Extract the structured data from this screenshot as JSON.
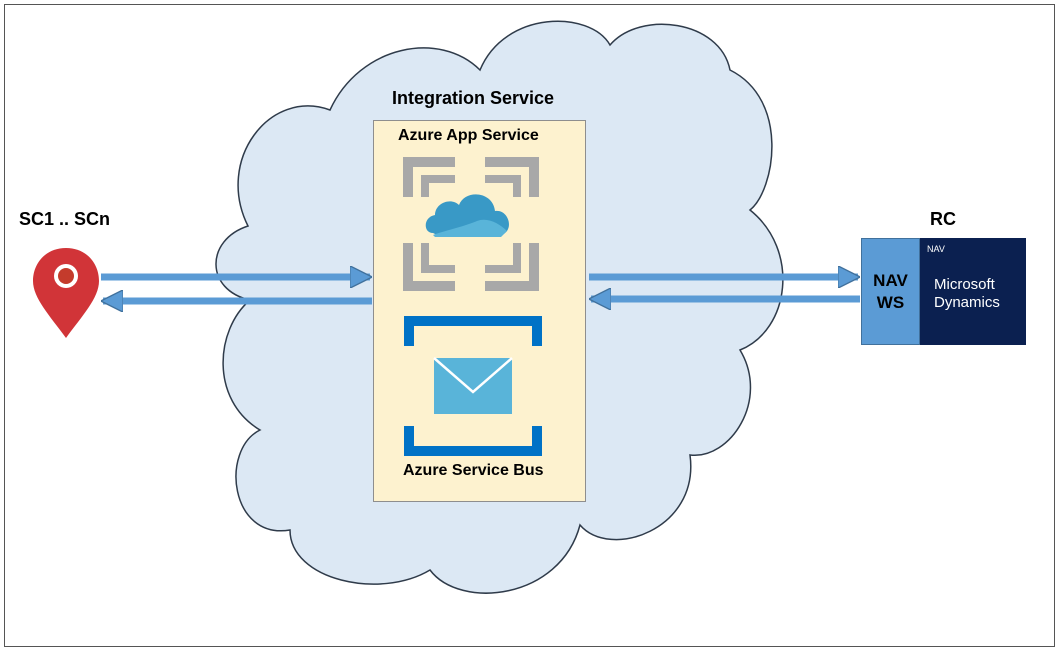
{
  "labels": {
    "integration_service": "Integration Service",
    "azure_app_service": "Azure App Service",
    "azure_service_bus": "Azure Service Bus",
    "sc_range": "SC1 .. SCn",
    "rc": "RC",
    "nav_ws_line1": "NAV",
    "nav_ws_line2": "WS",
    "msd_small": "NAV",
    "msd_line1": "Microsoft",
    "msd_line2": "Dynamics"
  },
  "colors": {
    "cloud_fill": "#dce8f4",
    "cloud_stroke": "#2f3b4a",
    "box_fill": "#fdf2cf",
    "arrow": "#5b9bd5",
    "arrow_stroke": "#41719c",
    "pin": "#d13438",
    "app_service_frame": "#a8a8a8",
    "app_service_cloud": "#3999c6",
    "service_bus_bracket": "#0072c6",
    "service_bus_envelope": "#59b4d9",
    "nav_ws": "#5b9bd5",
    "msd_bg": "#0b2050"
  },
  "icons": [
    "location-pin-icon",
    "app-service-icon",
    "service-bus-icon"
  ]
}
